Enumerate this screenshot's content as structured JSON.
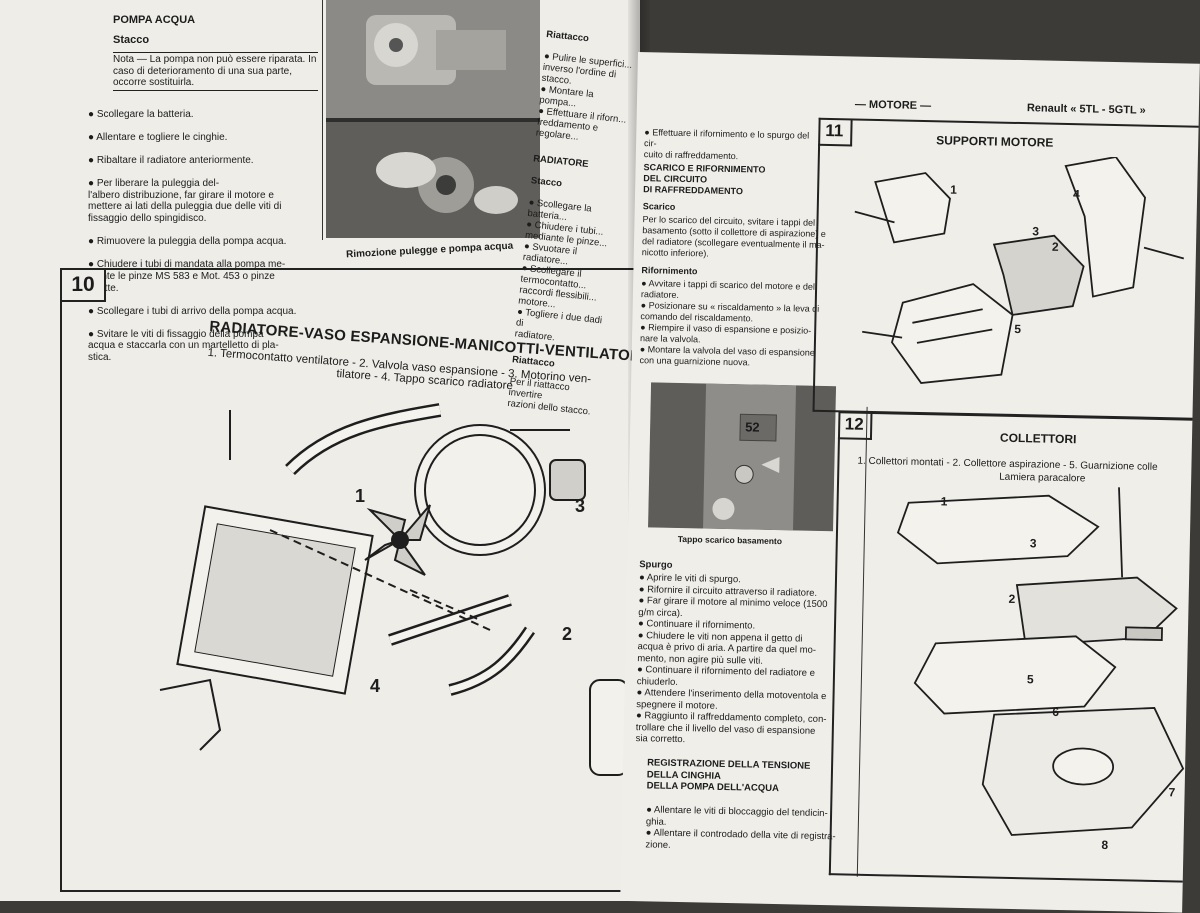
{
  "left_page": {
    "pompa": {
      "heading": "POMPA ACQUA",
      "subheading": "Stacco",
      "note": "Nota — La pompa non può essere riparata. In caso di deterioramento di una sua parte, occorre sostituirla.",
      "steps": [
        "● Scollegare la batteria.",
        "● Allentare e togliere le cinghie.",
        "● Ribaltare il radiatore anteriormente.",
        "● Per liberare la puleggia del-\nl'albero distribuzione, far girare il motore e\nmettere ai lati della puleggia due delle viti di\nfissaggio dello spingidisco.",
        "● Rimuovere la puleggia della pompa acqua.",
        "● Chiudere i tubi di mandata alla pompa me-\ndiante le pinze MS 583 e Mot. 453 o pinze\nadatte.",
        "● Scollegare i tubi di arrivo della pompa acqua.",
        "● Svitare le viti di fissaggio della pompa\nacqua e staccarla con un martelletto di pla-\nstica."
      ]
    },
    "photo_caption": "Rimozione pulegge e pompa acqua",
    "right_column": {
      "h1": "Riattacco",
      "t1": "● Pulire le superfici...\ninverso l'ordine di\nstacco.\n● Montare la pompa...\n● Effettuare il riforn...\nfreddamento e regolare...",
      "h2": "RADIATORE",
      "h3": "Stacco",
      "t2": "● Scollegare la batteria...\n● Chiudere i tubi...\nmediante le pinze...\n● Svuotare il radiatore...\n● Scollegare il termocontatto...\nraccordi flessibili...\nmotore...\n● Togliere i due dadi di\nradiatore.",
      "h4": "Riattacco",
      "t3": "Per il riattacco invertire\nrazioni dello stacco."
    },
    "section10": {
      "number": "10",
      "title": "RADIATORE-VASO ESPANSIONE-MANICOTTI-VENTILATORE",
      "caption_line1": "1. Termocontatto ventilatore - 2. Valvola vaso espansione - 3. Motorino ven-",
      "caption_line2": "tilatore - 4. Tappo scarico radiatore",
      "callouts": [
        "1",
        "2",
        "3",
        "4"
      ]
    }
  },
  "right_page": {
    "header_center": "— MOTORE —",
    "header_right": "Renault « 5TL - 5GTL »",
    "intro": "● Effettuare il rifornimento e lo spurgo del cir-\ncuito di raffreddamento.",
    "scarico": {
      "heading": "SCARICO E RIFORNIMENTO\nDEL CIRCUITO\nDI RAFFREDDAMENTO",
      "sub": "Scarico",
      "text": "Per lo scarico del circuito, svitare i tappi del\nbasamento (sotto il collettore di aspirazione) e\ndel radiatore (scollegare eventualmente il ma-\nnicotto inferiore).",
      "sub2": "Rifornimento",
      "text2": "● Avvitare i tappi di scarico del motore e del\nradiatore.\n● Posizionare su « riscaldamento » la leva di\ncomando del riscaldamento.\n● Riempire il vaso di espansione e posizio-\nnare la valvola.\n● Montare la valvola del vaso di espansione\ncon una guarnizione nuova."
    },
    "photo_number": "52",
    "photo_caption": "Tappo scarico basamento",
    "spurgo": {
      "heading": "Spurgo",
      "text": "● Aprire le viti di spurgo.\n● Rifornire il circuito attraverso il radiatore.\n● Far girare il motore al minimo veloce (1500\ng/m circa).\n● Continuare il rifornimento.\n● Chiudere le viti non appena il getto di\nacqua è privo di aria. A partire da quel mo-\nmento, non agire più sulle viti.\n● Continuare il rifornimento del radiatore e\nchiuderlo.\n● Attendere l'inserimento della motoventola e\nspegnere il motore.\n● Raggiunto il raffreddamento completo, con-\ntrollare che il livello del vaso di espansione\nsia corretto."
    },
    "registrazione": {
      "heading": "REGISTRAZIONE DELLA TENSIONE\nDELLA CINGHIA\nDELLA POMPA DELL'ACQUA",
      "text": "● Allentare le viti di bloccaggio del tendicin-\nghia.\n● Allentare il controdado della vite di registra-\nzione."
    },
    "box11": {
      "number": "11",
      "title": "SUPPORTI MOTORE",
      "callouts": [
        "1",
        "2",
        "3",
        "4",
        "5"
      ]
    },
    "box12": {
      "number": "12",
      "title": "COLLETTORI",
      "caption_line1": "1. Collettori montati - 2. Collettore aspirazione - 5. Guarnizione colle",
      "caption_line2": "Lamiera paracalore",
      "callouts": [
        "1",
        "2",
        "3",
        "5",
        "6",
        "7",
        "8"
      ]
    }
  }
}
